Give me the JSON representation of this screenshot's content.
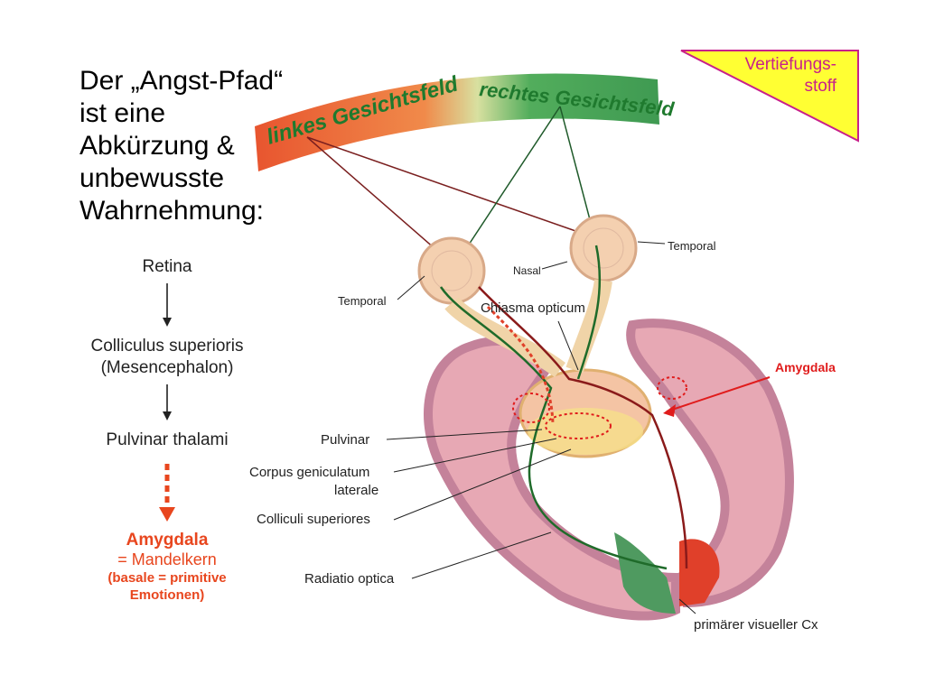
{
  "heading": {
    "line1": "Der „Angst-Pfad“",
    "line2": "ist eine",
    "line3": "Abkürzung &",
    "line4": "unbewusste",
    "line5": "Wahrnehmung:"
  },
  "flow": {
    "step1": "Retina",
    "step2a": "Colliculus superioris",
    "step2b": "(Mesencephalon)",
    "step3": "Pulvinar thalami",
    "amygdala_title": "Amygdala",
    "amygdala_sub": "= Mandelkern",
    "amygdala_note1": "(basale = primitive",
    "amygdala_note2": "Emotionen)"
  },
  "badge": {
    "line1": "Vertiefungs-",
    "line2": "stoff",
    "fill_color": "#ffff33",
    "border_color": "#c8208a"
  },
  "diagram": {
    "visual_field_left": "linkes Gesichtsfeld",
    "visual_field_right": "rechtes Gesichtsfeld",
    "labels": {
      "temporal_right": "Temporal",
      "nasal": "Nasal",
      "temporal_left": "Temporal",
      "chiasma": "Chiasma opticum",
      "amygdala": "Amygdala",
      "pulvinar": "Pulvinar",
      "cgl1": "Corpus geniculatum",
      "cgl2": "laterale",
      "colliculi": "Colliculi superiores",
      "radiatio": "Radiatio optica",
      "cortex": "primärer visueller Cx"
    },
    "colors": {
      "left_field": "#e85a3a",
      "right_field": "#3a9a4a",
      "brain_fill": "#e7a8b4",
      "brain_dark": "#c4829a",
      "amygdala_red": "#e01c1c"
    }
  }
}
